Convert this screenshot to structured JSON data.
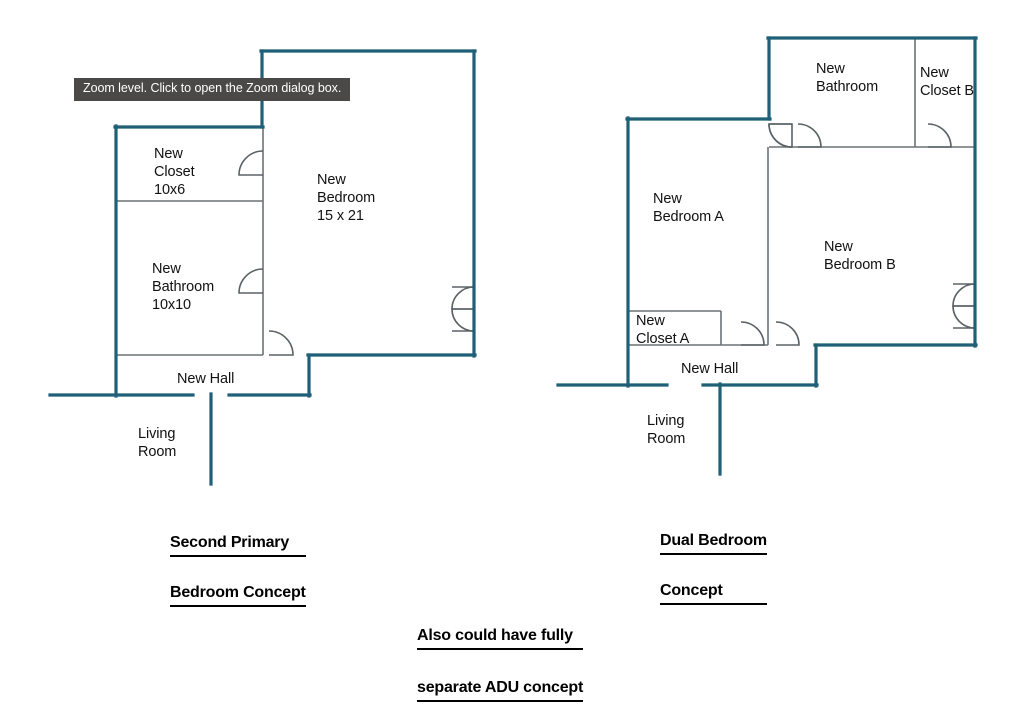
{
  "tooltip": {
    "text": "Zoom level. Click to open the Zoom dialog box."
  },
  "colors": {
    "exterior_wall": "#1f5f78",
    "interior_wall": "#6b7276",
    "door_arc": "#5a6266",
    "tooltip_background": "#4b4947",
    "tooltip_text": "#ffffff",
    "text": "#111111",
    "page_background": "#ffffff"
  },
  "plans": [
    {
      "id": "second-primary-bedroom-concept",
      "caption_lines": [
        "Second Primary",
        "Bedroom Concept"
      ],
      "rooms": [
        {
          "name": "new-closet",
          "lines": [
            "New",
            "Closet",
            "10x6"
          ]
        },
        {
          "name": "new-bathroom",
          "lines": [
            "New",
            "Bathroom",
            "10x10"
          ]
        },
        {
          "name": "new-bedroom",
          "lines": [
            "New",
            "Bedroom",
            "15 x 21"
          ]
        },
        {
          "name": "new-hall",
          "lines": [
            "New Hall"
          ]
        },
        {
          "name": "living-room",
          "lines": [
            "Living",
            "Room"
          ]
        }
      ]
    },
    {
      "id": "dual-bedroom-concept",
      "caption_lines": [
        "Dual Bedroom",
        "Concept"
      ],
      "rooms": [
        {
          "name": "new-bathroom",
          "lines": [
            "New",
            "Bathroom"
          ]
        },
        {
          "name": "new-closet-b",
          "lines": [
            "New",
            "Closet B"
          ]
        },
        {
          "name": "new-bedroom-a",
          "lines": [
            "New",
            "Bedroom A"
          ]
        },
        {
          "name": "new-bedroom-b",
          "lines": [
            "New",
            "Bedroom B"
          ]
        },
        {
          "name": "new-closet-a",
          "lines": [
            "New",
            "Closet A"
          ]
        },
        {
          "name": "new-hall",
          "lines": [
            "New Hall"
          ]
        },
        {
          "name": "living-room",
          "lines": [
            "Living",
            "Room"
          ]
        }
      ]
    }
  ],
  "bottom_note": {
    "lines": [
      "Also could have fully",
      "separate ADU concept"
    ]
  }
}
